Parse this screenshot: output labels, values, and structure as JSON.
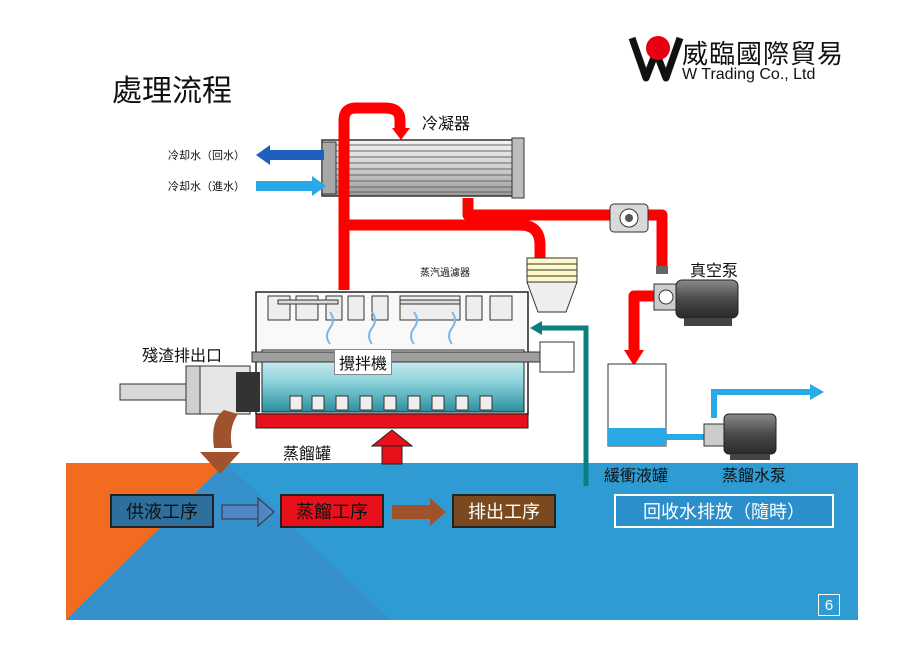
{
  "slide": {
    "title": "處理流程",
    "page_number": "6"
  },
  "logo": {
    "company_cn": "威臨國際貿易",
    "company_en": "W  Trading Co., Ltd",
    "brand_color": "#e60012"
  },
  "components": {
    "condenser": "冷凝器",
    "cooling_return": "冷却水（回水）",
    "cooling_inlet": "冷却水（進水）",
    "steam_filter": "蒸汽過濾器",
    "vacuum_pump": "真空泵",
    "residue_outlet": "殘渣排出口",
    "agitator": "攪拌機",
    "distillation_tank": "蒸餾罐",
    "buffer_tank": "緩衝液罐",
    "distilled_water_pump": "蒸餾水泵"
  },
  "process_steps": [
    {
      "label": "供液工序",
      "color": "#2e6f9e"
    },
    {
      "label": "蒸餾工序",
      "color": "#e8101a"
    },
    {
      "label": "排出工序",
      "color": "#7a4a1e"
    },
    {
      "label": "回收水排放（隨時）",
      "color": "#2a8fcb"
    }
  ],
  "colors": {
    "steam_pipe": "#ff0000",
    "panel_blue": "#2f9bd3",
    "panel_orange": "#f26b21",
    "return_water": "#1f5fbf",
    "inlet_water": "#29a9e6",
    "teal_pipe": "#0b7f80"
  }
}
